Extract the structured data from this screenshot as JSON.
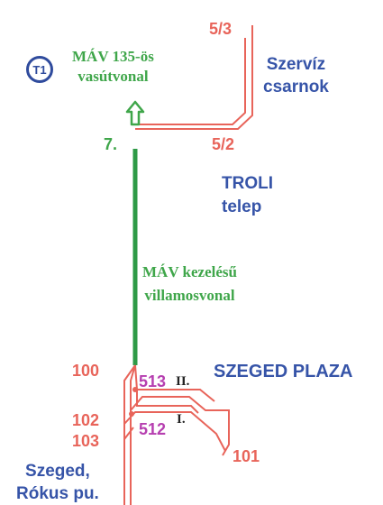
{
  "line_badge": "T1",
  "mav135": {
    "line1": "MÁV 135-ös",
    "line2": "vasútvonal"
  },
  "mav_tram": {
    "line1": "MÁV kezelésű",
    "line2": "villamosvonal"
  },
  "places": {
    "service_hall_line1": "Szervíz",
    "service_hall_line2": "csarnok",
    "trolley_depot_line1": "TROLI",
    "trolley_depot_line2": "telep",
    "plaza": "SZEGED PLAZA",
    "station_line1": "Szeged,",
    "station_line2": "Rókus pu."
  },
  "track_numbers": {
    "t53": "5/3",
    "t52": "5/2",
    "t7": "7.",
    "t100": "100",
    "t102": "102",
    "t103": "103",
    "t101": "101",
    "t513": "513",
    "t512": "512"
  },
  "platforms": {
    "p2": "II.",
    "p1": "I."
  },
  "colors": {
    "track": "#e8645a",
    "mav_line": "#2e9a46",
    "label_blue": "#3654a8",
    "label_green": "#3fa64a",
    "platform_purple": "#b63fb0",
    "badge": "#2f4b9d"
  }
}
